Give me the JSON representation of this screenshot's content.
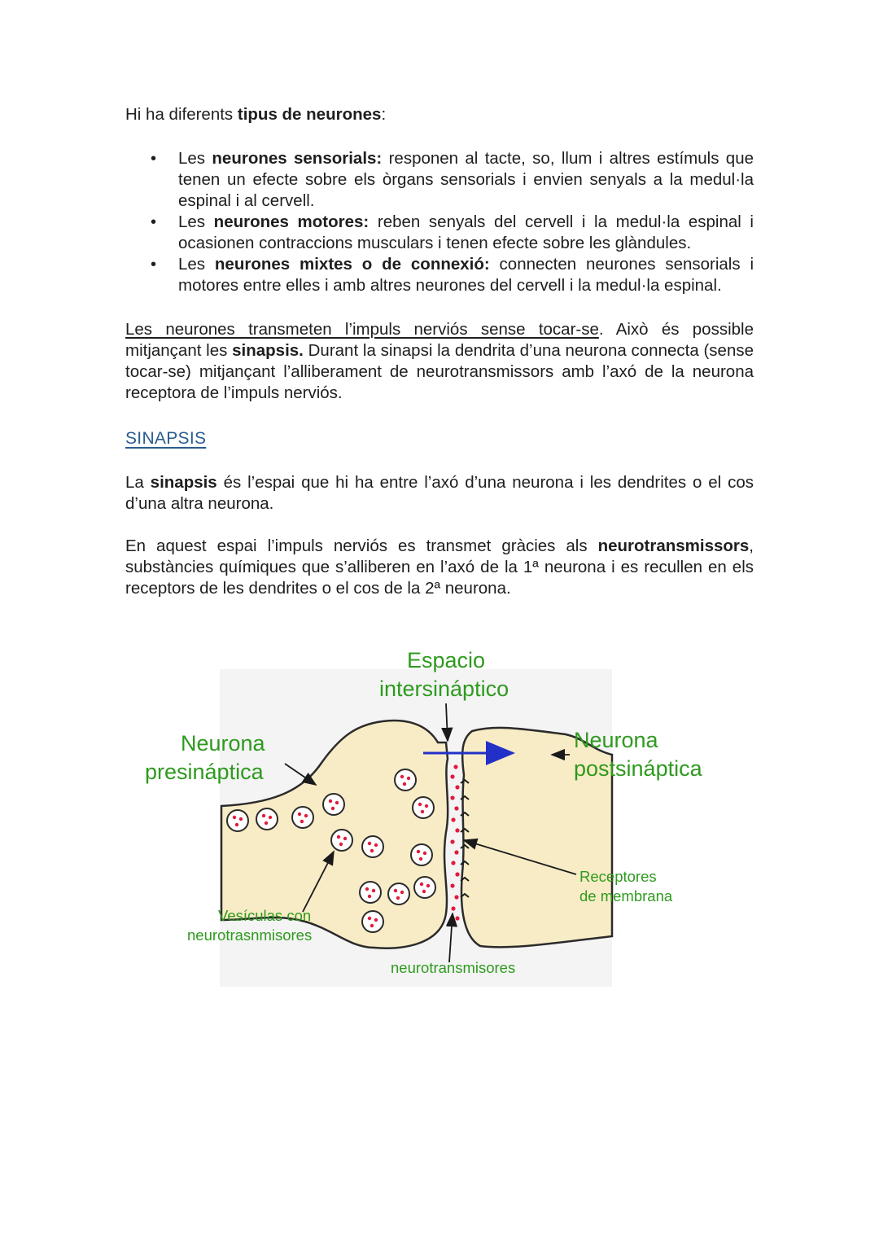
{
  "intro": {
    "pre": "Hi ha diferents ",
    "bold": "tipus de neurones",
    "post": ":"
  },
  "types": [
    {
      "pre": "Les ",
      "bold": "neurones sensorials:",
      "rest": " responen al tacte, so, llum i altres estímuls que tenen un efecte sobre els òrgans sensorials i envien senyals a la medul·la espinal i al cervell."
    },
    {
      "pre": "Les ",
      "bold": "neurones motores:",
      "rest": " reben senyals del cervell i la medul·la espinal i ocasionen contraccions musculars i tenen efecte sobre les glàndules."
    },
    {
      "pre": "Les ",
      "bold": "neurones mixtes o de connexió:",
      "rest": " connecten neurones sensorials i motores entre elles i amb altres neurones del cervell i la medul·la espinal."
    }
  ],
  "transmission": {
    "underlined": "Les neurones transmeten l’impuls nerviós sense tocar-se",
    "mid": ". Això és possible mitjançant les ",
    "bold": "sinapsis.",
    "rest": " Durant la sinapsi la dendrita d’una neurona connecta (sense tocar-se) mitjançant l’alliberament de neurotransmissors amb l’axó de la neurona receptora de l’impuls nerviós."
  },
  "section_heading": "SINAPSIS",
  "synapse_def": {
    "pre": "La ",
    "bold": "sinapsis",
    "rest": " és l’espai que hi ha entre l’axó d’una neurona i les dendrites o el cos d’una altra neurona."
  },
  "synapse_space": {
    "pre": "En aquest espai l’impuls nerviós es transmet gràcies als ",
    "bold": "neurotransmissors",
    "rest": ", substàncies químiques que s’alliberen en l’axó de la 1ª neurona i es recullen en els receptors de les dendrites o el cos de la 2ª neurona."
  },
  "diagram": {
    "label_gap_1": "Espacio",
    "label_gap_2": "intersináptico",
    "label_pre_1": "Neurona",
    "label_pre_2": "presináptica",
    "label_post_1": "Neurona",
    "label_post_2": "postsináptica",
    "label_receptors_1": "Receptores",
    "label_receptors_2": "de membrana",
    "label_vesicles_1": "Vesículas con",
    "label_vesicles_2": "neurotrasnmisores",
    "label_nt": "neurotransmisores",
    "colors": {
      "label": "#2e9a1e",
      "cell": "#f8ecc6",
      "dots": "#e21b3c",
      "arrow": "#2230c8",
      "bg": "#f4f4f4"
    }
  }
}
